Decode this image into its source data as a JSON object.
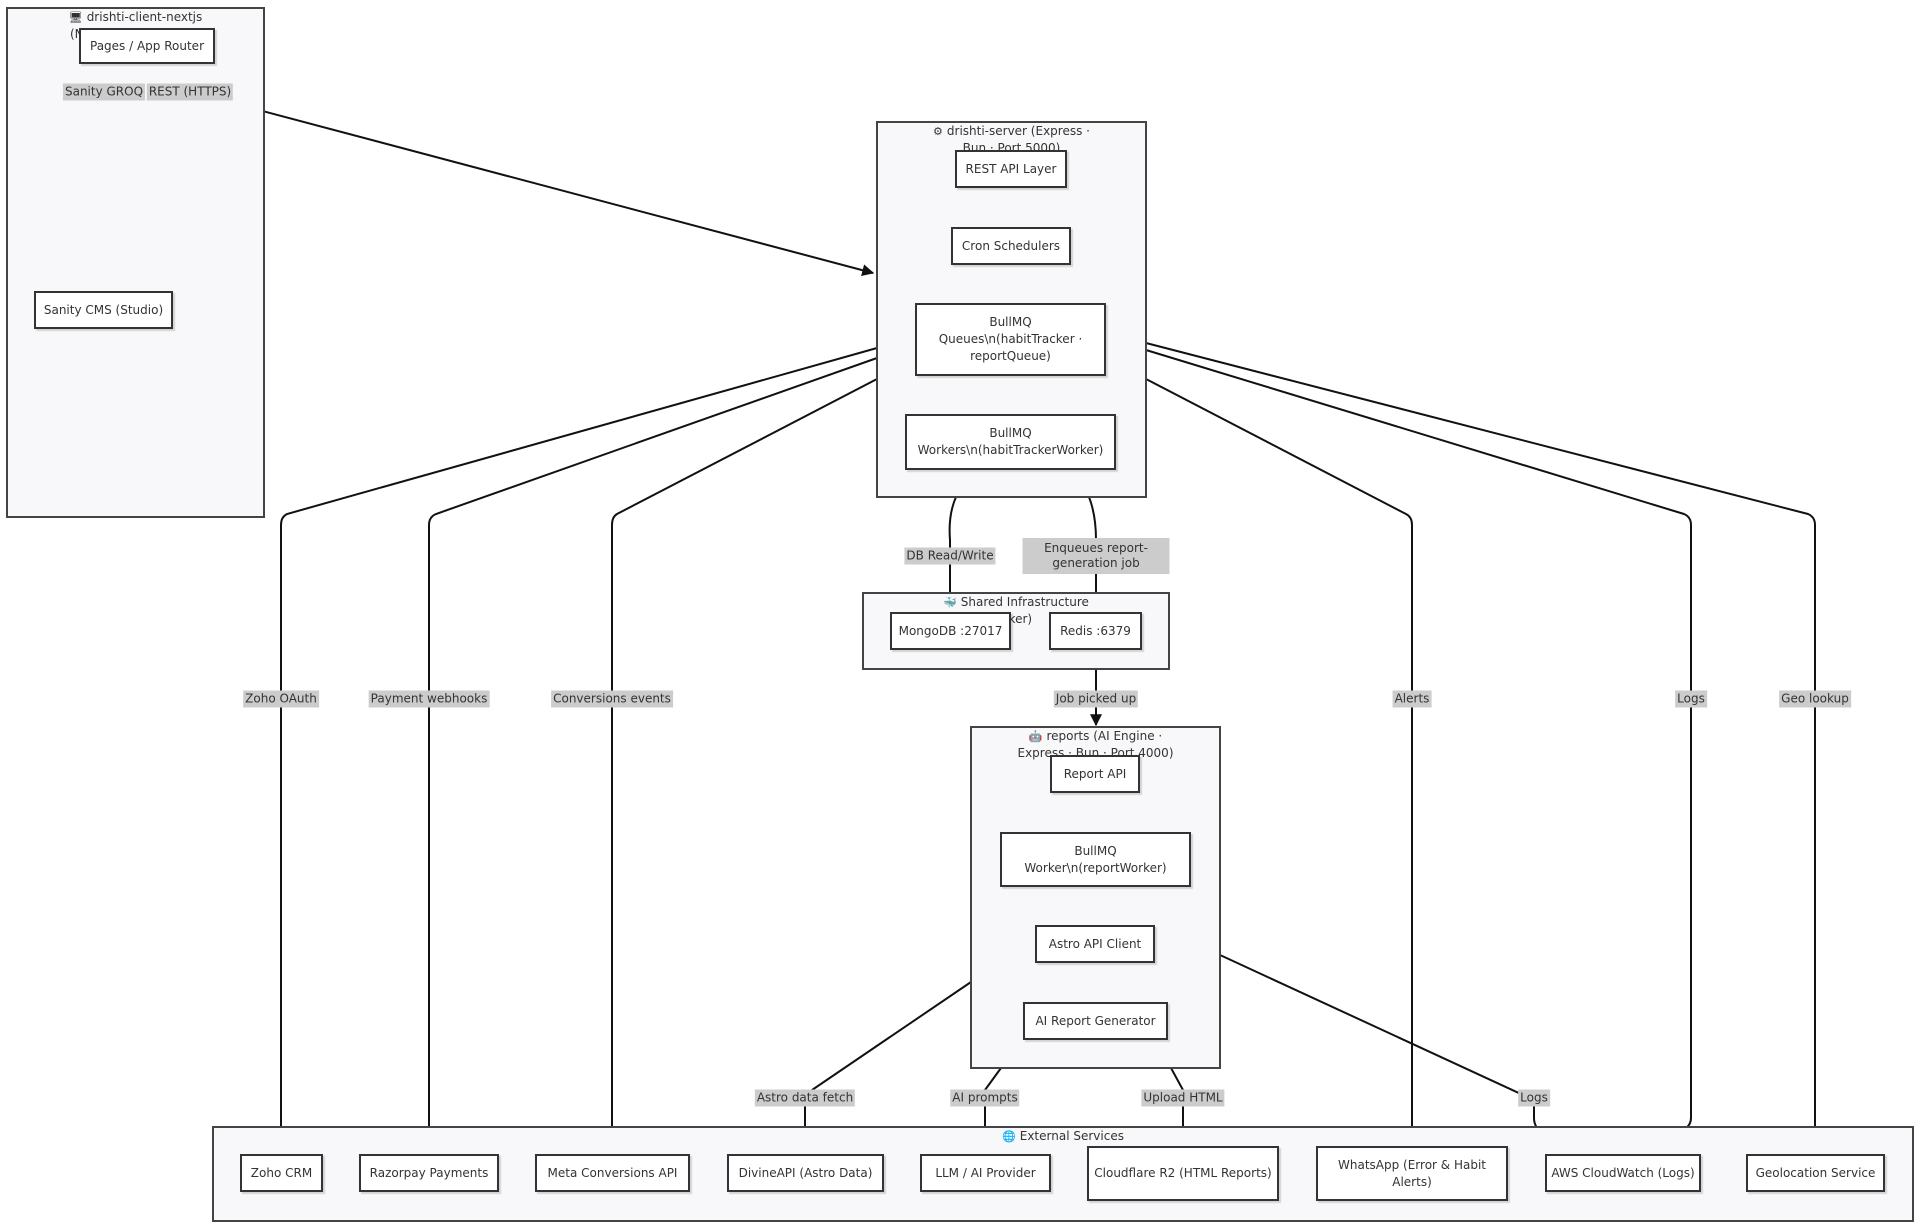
{
  "clusters": {
    "client": {
      "title": "drishti-client-nextjs",
      "icon": "monitor-icon",
      "subtitle_fragment": "(N"
    },
    "server": {
      "title": "drishti-server (Express ·\nBun · Port 5000)",
      "icon": "gear-icon"
    },
    "infra": {
      "title": "Shared Infrastructure",
      "subtitle_fragment": "cker)",
      "icon": "container-icon"
    },
    "reports": {
      "title": "reports (AI Engine ·\nExpress · Bun · Port 4000)",
      "icon": "robot-icon"
    },
    "external": {
      "title": "External Services",
      "icon": "globe-icon"
    }
  },
  "nodes": {
    "pages_router": "Pages / App Router",
    "sanity_cms": "Sanity CMS (Studio)",
    "rest_api": "REST API Layer",
    "cron": "Cron Schedulers",
    "bullmq_queues": "BullMQ Queues\\n(habitTracker · reportQueue)",
    "bullmq_workers": "BullMQ Workers\\n(habitTrackerWorker)",
    "mongodb": "MongoDB :27017",
    "redis": "Redis :6379",
    "report_api": "Report API",
    "bullmq_report_worker": "BullMQ Worker\\n(reportWorker)",
    "astro_client": "Astro API Client",
    "ai_report_gen": "AI Report Generator",
    "zoho": "Zoho CRM",
    "razorpay": "Razorpay Payments",
    "meta": "Meta Conversions API",
    "divine": "DivineAPI (Astro Data)",
    "llm": "LLM / AI Provider",
    "cloudflare": "Cloudflare R2 (HTML Reports)",
    "whatsapp": "WhatsApp (Error & Habit Alerts)",
    "cloudwatch": "AWS CloudWatch (Logs)",
    "geo": "Geolocation Service"
  },
  "edge_labels": {
    "sanity_groq": "Sanity GROQ",
    "rest_https": "REST (HTTPS)",
    "db_rw": "DB Read/Write",
    "enqueue": "Enqueues report-generation job",
    "job_picked": "Job picked up",
    "zoho_oauth": "Zoho OAuth",
    "payment_webhooks": "Payment webhooks",
    "conversions": "Conversions events",
    "alerts": "Alerts",
    "logs_server": "Logs",
    "geo_lookup": "Geo lookup",
    "astro_fetch": "Astro data fetch",
    "ai_prompts": "AI prompts",
    "upload_html": "Upload HTML",
    "logs_reports": "Logs"
  },
  "colors": {
    "cluster_bg": "#f8f8fa",
    "edge": "#111111",
    "label_bg": "#cccccc"
  }
}
